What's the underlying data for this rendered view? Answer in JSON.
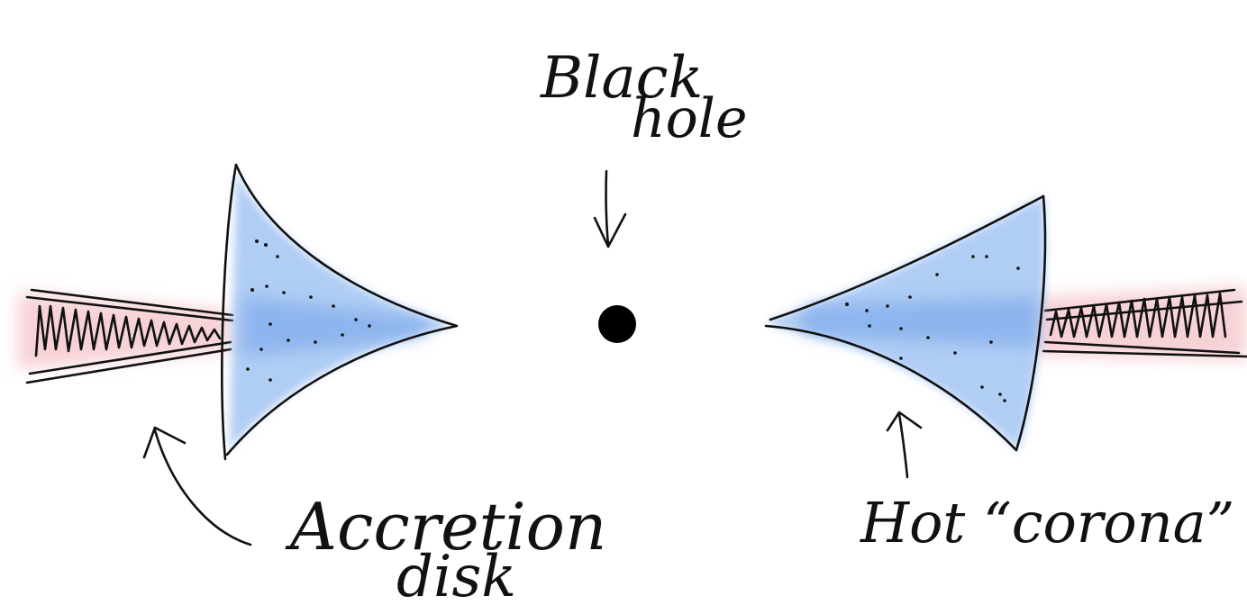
{
  "labels": {
    "black_hole_line1": "Black",
    "black_hole_line2": "hole",
    "accretion_line1": "Accretion",
    "accretion_line2": "disk",
    "corona": "Hot “corona”"
  },
  "colors": {
    "corona_fill": "#8fb8f0",
    "corona_fill_light": "#c7dcf8",
    "disk_glow": "#f4c2c8",
    "ink": "#111111",
    "black_hole": "#000000"
  }
}
